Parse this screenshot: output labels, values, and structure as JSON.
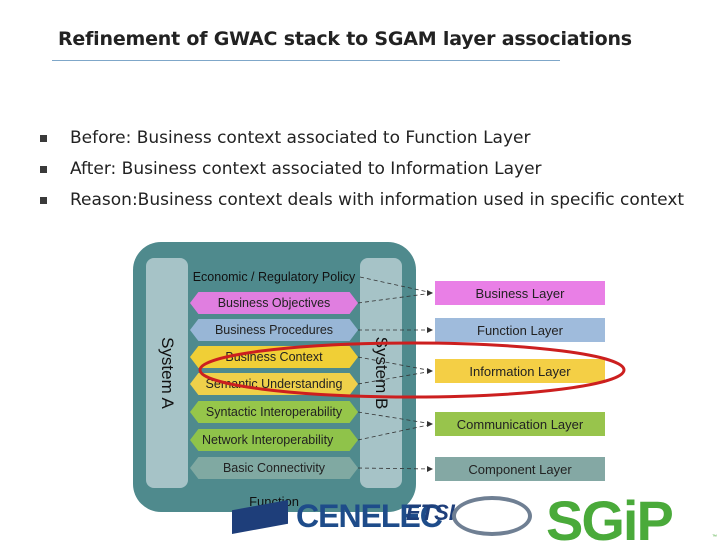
{
  "slide": {
    "title": "Refinement of GWAC stack to SGAM layer associations",
    "bullets": [
      "Before: Business context associated to Function Layer",
      "After: Business context associated to Information Layer",
      "Reason:Business context deals with information used in specific context"
    ]
  },
  "diagram": {
    "system_a": "System A",
    "system_b": "System B",
    "stack": {
      "economic": "Economic / Regulatory Policy",
      "objectives": "Business Objectives",
      "procedures": "Business Procedures",
      "context": "Business Context",
      "semantic": "Semantic Understanding",
      "syntactic": "Syntactic Interoperability",
      "network": "Network Interoperability",
      "basic": "Basic Connectivity",
      "function": "Function"
    },
    "layers": {
      "business": "Business Layer",
      "function": "Function Layer",
      "information": "Information Layer",
      "communication": "Communication Layer",
      "component": "Component Layer"
    },
    "highlight_color": "#cc1f1f"
  },
  "logos": {
    "cenelec": "CENELEC",
    "etsi": "ETSI",
    "sgip": "SGiP",
    "tm": "™"
  },
  "colors": {
    "business": "#e97fe6",
    "function": "#9fbbdc",
    "information": "#f4cf45",
    "communication": "#98c44c",
    "component": "#84a8a4",
    "stack_bg": "#4f8a8d",
    "system_bar": "#a6c3c7"
  }
}
